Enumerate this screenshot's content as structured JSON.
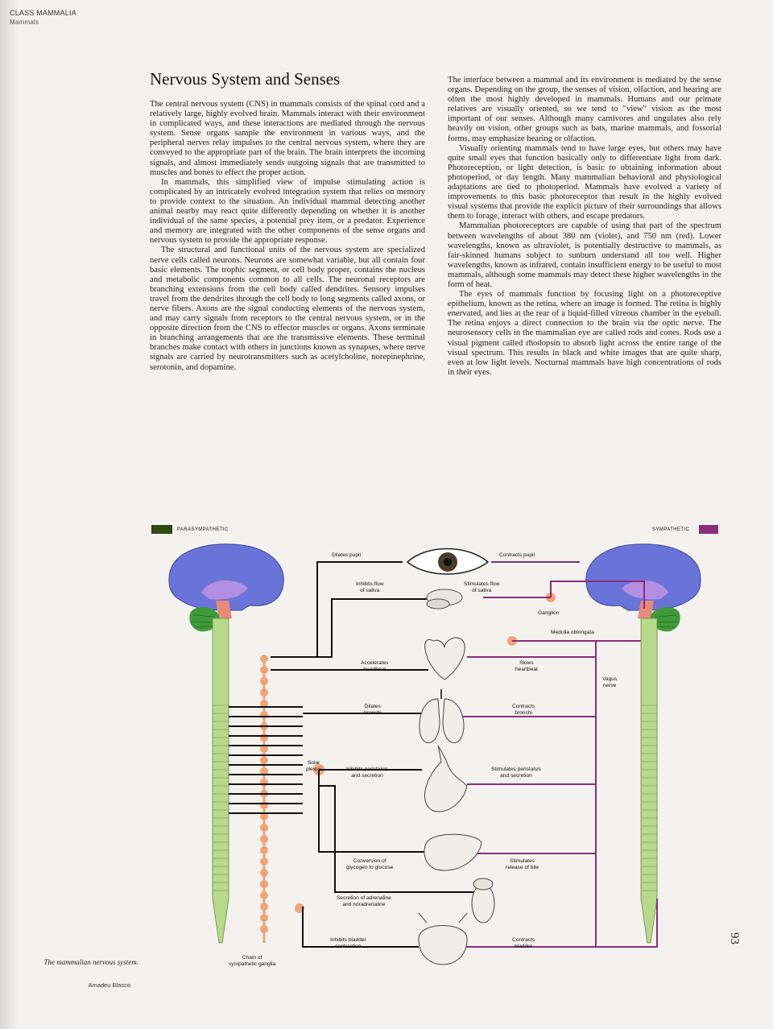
{
  "running_head": {
    "class": "CLASS MAMMALIA",
    "section": "Mammals"
  },
  "title": "Nervous System and Senses",
  "left_column": [
    "The central nervous system (CNS) in mammals consists of the spinal cord and a relatively large, highly evolved brain. Mammals interact with their environment in complicated ways, and these interactions are mediated through the nervous system. Sense organs sample the environment in various ways, and the peripheral nerves relay impulses to the central nervous system, where they are conveyed to the appropriate part of the brain. The brain interprets the incoming signals, and almost immediately sends outgoing signals that are transmitted to muscles and bones to effect the proper action.",
    "In mammals, this simplified view of impulse stimulating action is complicated by an intricately evolved integration system that relies on memory to provide context to the situation. An individual mammal detecting another animal nearby may react quite differently depending on whether it is another individual of the same species, a potential prey item, or a predator. Experience and memory are integrated with the other components of the sense organs and nervous system to provide the appropriate response.",
    "The structural and functional units of the nervous system are specialized nerve cells called neurons. Neurons are somewhat variable, but all contain four basic elements. The trophic segment, or cell body proper, contains the nucleus and metabolic components common to all cells. The neuronal receptors are branching extensions from the cell body called dendrites. Sensory impulses travel from the dendrites through the cell body to long segments called axons, or nerve fibers. Axons are the signal conducting elements of the nervous system, and may carry signals from receptors to the central nervous system, or in the opposite direction from the CNS to effector muscles or organs. Axons terminate in branching arrangements that are the transmissive elements. These terminal branches make contact with others in junctions known as synapses, where nerve signals are carried by neurotransmitters such as acetylcholine, norepinephrine, serotonin, and dopamine."
  ],
  "right_column": [
    "The interface between a mammal and its environment is mediated by the sense organs. Depending on the group, the senses of vision, olfaction, and hearing are often the most highly developed in mammals. Humans and our primate relatives are visually oriented, so we tend to \"view\" vision as the most important of our senses. Although many carnivores and ungulates also rely heavily on vision, other groups such as bats, marine mammals, and fossorial forms, may emphasize hearing or olfaction.",
    "Visually orienting mammals tend to have large eyes, but others may have quite small eyes that function basically only to differentiate light from dark. Photoreception, or light detection, is basic to obtaining information about photoperiod, or day length. Many mammalian behavioral and physiological adaptations are tied to photoperiod. Mammals have evolved a variety of improvements to this basic photoreceptor that result in the highly evolved visual systems that provide the explicit picture of their surroundings that allows them to forage, interact with others, and escape predators.",
    "Mammalian photoreceptors are capable of using that part of the spectrum between wavelengths of about 380 nm (violet), and 750 nm (red). Lower wavelengths, known as ultraviolet, is potentially destructive to mammals, as fair-skinned humans subject to sunburn understand all too well. Higher wavelengths, known as infrared, contain insufficient energy to be useful to most mammals, although some mammals may detect these higher wavelengths in the form of heat.",
    "The eyes of mammals function by focusing light on a photoreceptive epithelium, known as the retina, where an image is formed. The retina is highly enervated, and lies at the rear of a liquid-filled vitreous chamber in the eyeball. The retina enjoys a direct connection to the brain via the optic nerve. The neurosensory cells in the mammalian eye are called rods and cones. Rods use a visual pigment called rhodopsin to absorb light across the entire range of the visual spectrum. This results in black and white images that are quite sharp, even at low light levels. Nocturnal mammals have high concentrations of rods in their eyes."
  ],
  "figure": {
    "legend_left": "PARASYMPATHETIC",
    "legend_right": "SYMPATHETIC",
    "colors": {
      "parasympathetic": "#2f4a12",
      "sympathetic": "#8a2d7a",
      "brain": "#6a74d8",
      "cerebellum": "#3f9b3a",
      "cord": "#b6d98a",
      "ganglia": "#f2a376"
    },
    "labels": {
      "dilates_pupil": "Dilates pupil",
      "contracts_pupil": "Contracts pupil",
      "inhibits_saliva": "Inhibits flow\nof saliva",
      "stimulates_saliva": "Stimulates flow\nof saliva",
      "ganglion": "Ganglion",
      "medulla": "Medulla oblongata",
      "accelerates_heart": "Accelerates\nheartbeat",
      "slows_heart": "Slows\nheartbeat",
      "vagus": "Vagus\nnerve",
      "dilates_bronchi": "Dilates\nbronchi",
      "contracts_bronchi": "Contracts\nbronchi",
      "solar_plexus": "Solar\nplexus",
      "inhibits_peristalsis": "Inhibits peristalsis\nand secretion",
      "stimulates_peristalsis": "Stimulates peristalsis\nand secretion",
      "glycogen": "Conversion of\nglycogen to glucose",
      "bile": "Stimulates\nrelease of bile",
      "adrenaline": "Secretion of adrenaline\nand noradrenaline",
      "inhibits_bladder": "Inhibits bladder\ncontraction",
      "contracts_bladder": "Contracts\nbladder",
      "chain": "Chain of\nsympathetic ganglia"
    }
  },
  "caption": "The mammalian nervous system.",
  "credit": "Amadeu Blasco",
  "page_number": "93"
}
